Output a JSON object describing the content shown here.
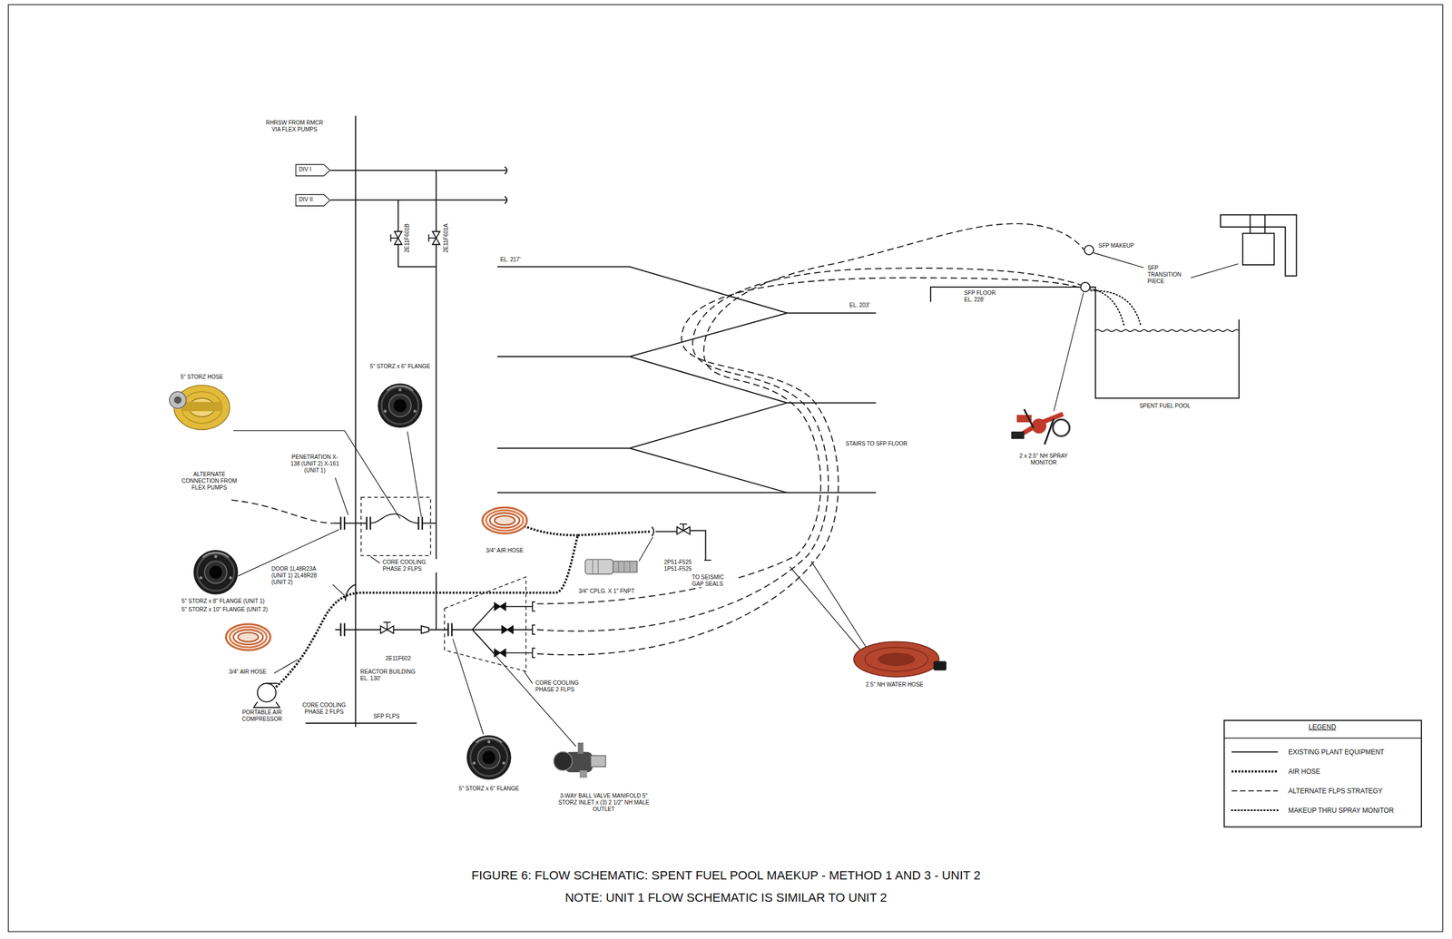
{
  "diagram": {
    "caption": "FIGURE 6: FLOW SCHEMATIC: SPENT FUEL POOL MAEKUP - METHOD 1 AND 3 - UNIT 2",
    "nodes": [
      {
        "text": [
          "DIV I"
        ]
      },
      {
        "text": [
          "DIV II"
        ]
      }
    ],
    "labels": [
      "RHRSW FROM RMCR VIA FLEX PUMPS",
      "2E11F601B",
      "2E11F601A",
      "EL. 217'",
      "SFP MAKEUP",
      "SFP TRANSITION PIECE",
      "SFP FLOOR EL. 228'",
      "EL. 203'",
      "5\" STORZ x 6\" FLANGE",
      "5\" STORZ HOSE",
      "SPENT FUEL POOL",
      "PENETRATION X-138 (UNIT 2) X-161 (UNIT 1)",
      "STAIRS TO SFP FLOOR",
      "ALTERNATE CONNECTION FROM FLEX PUMPS",
      "2 x 2.5\" NH SPRAY MONITOR",
      "3/4\" AIR HOSE",
      "CORE COOLING PHASE 2 FLPS",
      "2P51-F525 1P51-F525",
      "TO SEISMIC GAP SEALS",
      "DOOR 1L48R23A (UNIT 1) 2L48R28 (UNIT 2)",
      "3/4\" CPLG. X 1\" FNPT",
      "5\" STORZ x 8\" FLANGE (UNIT 1)",
      "5\" STORZ x 10\" FLANGE (UNIT 2)",
      "2E11F602",
      "3/4\" AIR HOSE",
      "REACTOR BUILDING EL. 130'",
      "CORE COOLING PHASE 2 FLPS",
      "2.5\" NH WATER HOSE",
      "PORTABLE AIR COMPRESSOR",
      "CORE COOLING PHASE 2 FLPS",
      "SFP FLPS",
      "5\" STORZ x 6\" FLANGE",
      "3-WAY BALL VALVE MANIFOLD 5\" STORZ INLET x (3) 2 1/2\" NH MALE OUTLET",
      "LEGEND",
      "NOTE: UNIT 1 FLOW SCHEMATIC IS SIMILAR TO UNIT 2"
    ],
    "legend": [
      {
        "text": "EXISTING PLANT EQUIPMENT"
      },
      {
        "text": "AIR HOSE"
      },
      {
        "text": "ALTERNATE FLPS STRATEGY"
      },
      {
        "text": "MAKEUP THRU SPRAY MONITOR"
      }
    ]
  }
}
